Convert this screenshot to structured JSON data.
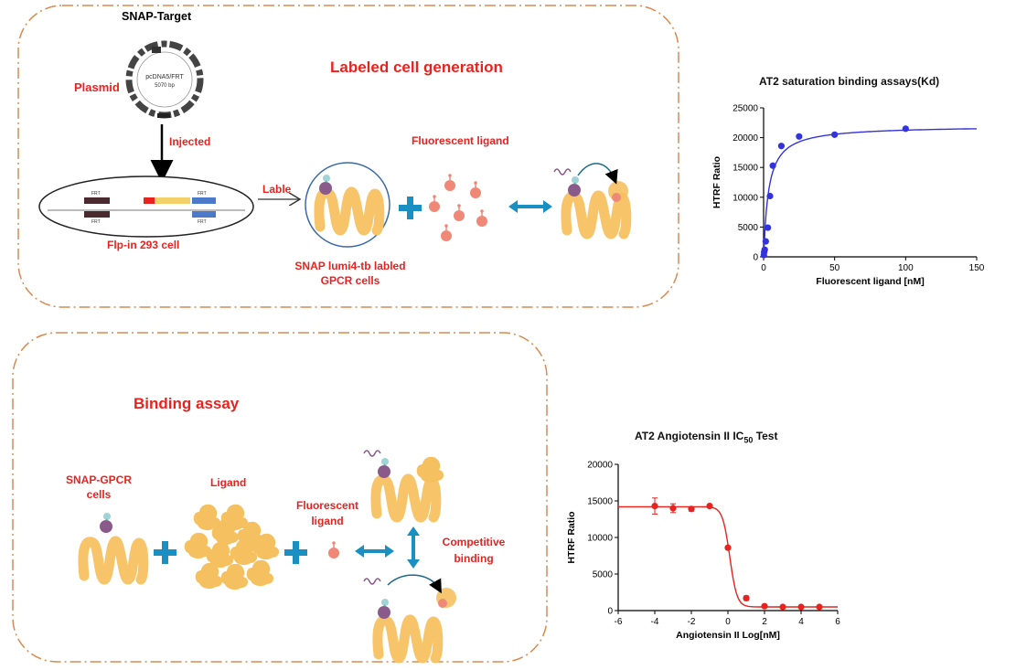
{
  "panel_top": {
    "title": "Labeled cell generation",
    "plasmid_name": "SNAP-Target",
    "plasmid_label": "Plasmid",
    "plasmid_inner_1": "pcDNA5/FRT",
    "plasmid_inner_2": "5070 bp",
    "injected_label": "Injected",
    "cell_label": "Flp-in 293 cell",
    "frt_label": "FRT",
    "lable_label": "Lable",
    "labeled_cells_1": "SNAP lumi4-tb labled",
    "labeled_cells_2": "GPCR cells",
    "fluor_ligand_label": "Fluorescent ligand"
  },
  "panel_bottom": {
    "title": "Binding assay",
    "snap_gpcr_1": "SNAP-GPCR",
    "snap_gpcr_2": "cells",
    "ligand_label": "Ligand",
    "fluor_1": "Fluorescent",
    "fluor_2": "ligand",
    "competitive_1": "Competitive",
    "competitive_2": "binding"
  },
  "colors": {
    "panel_border": "#d98a4e",
    "red_text": "#e8231e",
    "receptor": "#f7c46a",
    "plus": "#1a8fc1",
    "ligand_fluor": "#ef8877",
    "tag_purple": "#8a5a8a",
    "arrow": "#1a8fc1",
    "ligand_shape": "#f5c060"
  },
  "chart_data": [
    {
      "type": "scatter",
      "title": "AT2 saturation binding assays(Kd)",
      "xlabel": "Fluorescent ligand [nM]",
      "ylabel": "HTRF Ratio",
      "xlim": [
        0,
        150
      ],
      "ylim": [
        0,
        25000
      ],
      "xticks": [
        "0",
        "50",
        "100",
        "150"
      ],
      "yticks": [
        "0",
        "5000",
        "10000",
        "15000",
        "20000",
        "25000"
      ],
      "color": "#3333dd",
      "points": [
        {
          "x": 0.2,
          "y": 300
        },
        {
          "x": 0.4,
          "y": 800
        },
        {
          "x": 0.8,
          "y": 1200
        },
        {
          "x": 1.5,
          "y": 2600
        },
        {
          "x": 3,
          "y": 4900
        },
        {
          "x": 4.5,
          "y": 10200
        },
        {
          "x": 6.5,
          "y": 15300
        },
        {
          "x": 12.5,
          "y": 18600
        },
        {
          "x": 25,
          "y": 20200
        },
        {
          "x": 50,
          "y": 20500
        },
        {
          "x": 100,
          "y": 21500
        }
      ],
      "fit": {
        "model": "one-site saturation",
        "bmax": 22000,
        "kd": 3.5
      }
    },
    {
      "type": "scatter",
      "title_main": "AT2 Angiotensin II IC",
      "title_sub": "50",
      "title_end": " Test",
      "xlabel": "Angiotensin II Log[nM]",
      "ylabel": "HTRF Ratio",
      "xlim": [
        -6,
        6
      ],
      "ylim": [
        0,
        20000
      ],
      "xticks": [
        "-6",
        "-4",
        "-2",
        "0",
        "2",
        "4",
        "6"
      ],
      "yticks": [
        "0",
        "5000",
        "10000",
        "15000",
        "20000"
      ],
      "color": "#e8231e",
      "points": [
        {
          "x": -4,
          "y": 14300,
          "err": 1100
        },
        {
          "x": -3,
          "y": 14000,
          "err": 600
        },
        {
          "x": -2,
          "y": 13900,
          "err": 300
        },
        {
          "x": -1,
          "y": 14300,
          "err": 200
        },
        {
          "x": 0,
          "y": 8600,
          "err": 200
        },
        {
          "x": 1,
          "y": 1700,
          "err": 300
        },
        {
          "x": 2,
          "y": 600,
          "err": 100
        },
        {
          "x": 3,
          "y": 500,
          "err": 100
        },
        {
          "x": 4,
          "y": 500,
          "err": 100
        },
        {
          "x": 5,
          "y": 500,
          "err": 100
        }
      ],
      "fit": {
        "model": "sigmoid",
        "top": 14200,
        "bottom": 500,
        "logic50": 0.1,
        "hill": 2.2
      }
    }
  ]
}
